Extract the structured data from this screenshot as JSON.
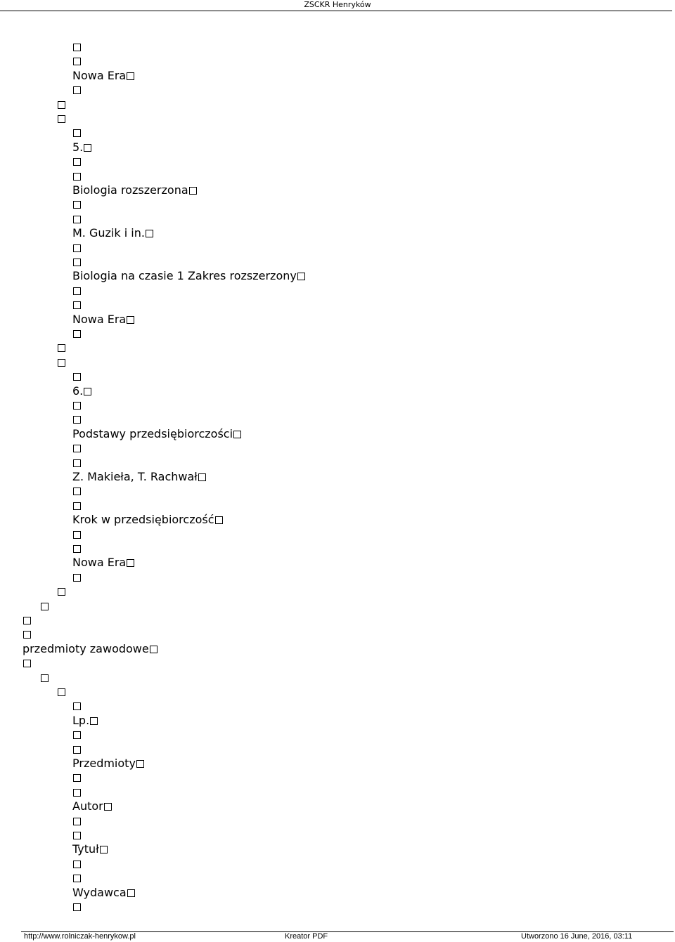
{
  "header": {
    "title": "ZSCKR Henryków"
  },
  "rows": [
    {
      "indent": 3,
      "text": ""
    },
    {
      "indent": 3,
      "text": ""
    },
    {
      "indent": 3,
      "text": "Nowa Era"
    },
    {
      "indent": 3,
      "text": ""
    },
    {
      "indent": 2,
      "text": ""
    },
    {
      "indent": 2,
      "text": ""
    },
    {
      "indent": 3,
      "text": ""
    },
    {
      "indent": 3,
      "text": "5."
    },
    {
      "indent": 3,
      "text": ""
    },
    {
      "indent": 3,
      "text": ""
    },
    {
      "indent": 3,
      "text": "Biologia rozszerzona"
    },
    {
      "indent": 3,
      "text": ""
    },
    {
      "indent": 3,
      "text": ""
    },
    {
      "indent": 3,
      "text": "M. Guzik i in."
    },
    {
      "indent": 3,
      "text": ""
    },
    {
      "indent": 3,
      "text": ""
    },
    {
      "indent": 3,
      "text": "Biologia na czasie 1 Zakres rozszerzony"
    },
    {
      "indent": 3,
      "text": ""
    },
    {
      "indent": 3,
      "text": ""
    },
    {
      "indent": 3,
      "text": "Nowa Era"
    },
    {
      "indent": 3,
      "text": ""
    },
    {
      "indent": 2,
      "text": ""
    },
    {
      "indent": 2,
      "text": ""
    },
    {
      "indent": 3,
      "text": ""
    },
    {
      "indent": 3,
      "text": "6."
    },
    {
      "indent": 3,
      "text": ""
    },
    {
      "indent": 3,
      "text": ""
    },
    {
      "indent": 3,
      "text": "Podstawy przedsiębiorczości"
    },
    {
      "indent": 3,
      "text": ""
    },
    {
      "indent": 3,
      "text": ""
    },
    {
      "indent": 3,
      "text": "Z. Makieła, T. Rachwał"
    },
    {
      "indent": 3,
      "text": ""
    },
    {
      "indent": 3,
      "text": ""
    },
    {
      "indent": 3,
      "text": "Krok w przedsiębiorczość"
    },
    {
      "indent": 3,
      "text": ""
    },
    {
      "indent": 3,
      "text": ""
    },
    {
      "indent": 3,
      "text": "Nowa Era"
    },
    {
      "indent": 3,
      "text": ""
    },
    {
      "indent": 2,
      "text": ""
    },
    {
      "indent": 1,
      "text": ""
    },
    {
      "indent": 0,
      "text": ""
    },
    {
      "indent": 0,
      "text": ""
    },
    {
      "indent": 0,
      "text": "przedmioty zawodowe"
    },
    {
      "indent": 0,
      "text": ""
    },
    {
      "indent": 1,
      "text": ""
    },
    {
      "indent": 2,
      "text": ""
    },
    {
      "indent": 3,
      "text": ""
    },
    {
      "indent": 3,
      "text": "Lp."
    },
    {
      "indent": 3,
      "text": ""
    },
    {
      "indent": 3,
      "text": ""
    },
    {
      "indent": 3,
      "text": "Przedmioty"
    },
    {
      "indent": 3,
      "text": ""
    },
    {
      "indent": 3,
      "text": ""
    },
    {
      "indent": 3,
      "text": "Autor"
    },
    {
      "indent": 3,
      "text": ""
    },
    {
      "indent": 3,
      "text": ""
    },
    {
      "indent": 3,
      "text": "Tytuł"
    },
    {
      "indent": 3,
      "text": ""
    },
    {
      "indent": 3,
      "text": ""
    },
    {
      "indent": 3,
      "text": "Wydawca"
    },
    {
      "indent": 3,
      "text": ""
    }
  ],
  "footer": {
    "url": "http://www.rolniczak-henrykow.pl",
    "generator": "Kreator PDF",
    "created": "Utworzono 16 June, 2016, 03:11"
  }
}
